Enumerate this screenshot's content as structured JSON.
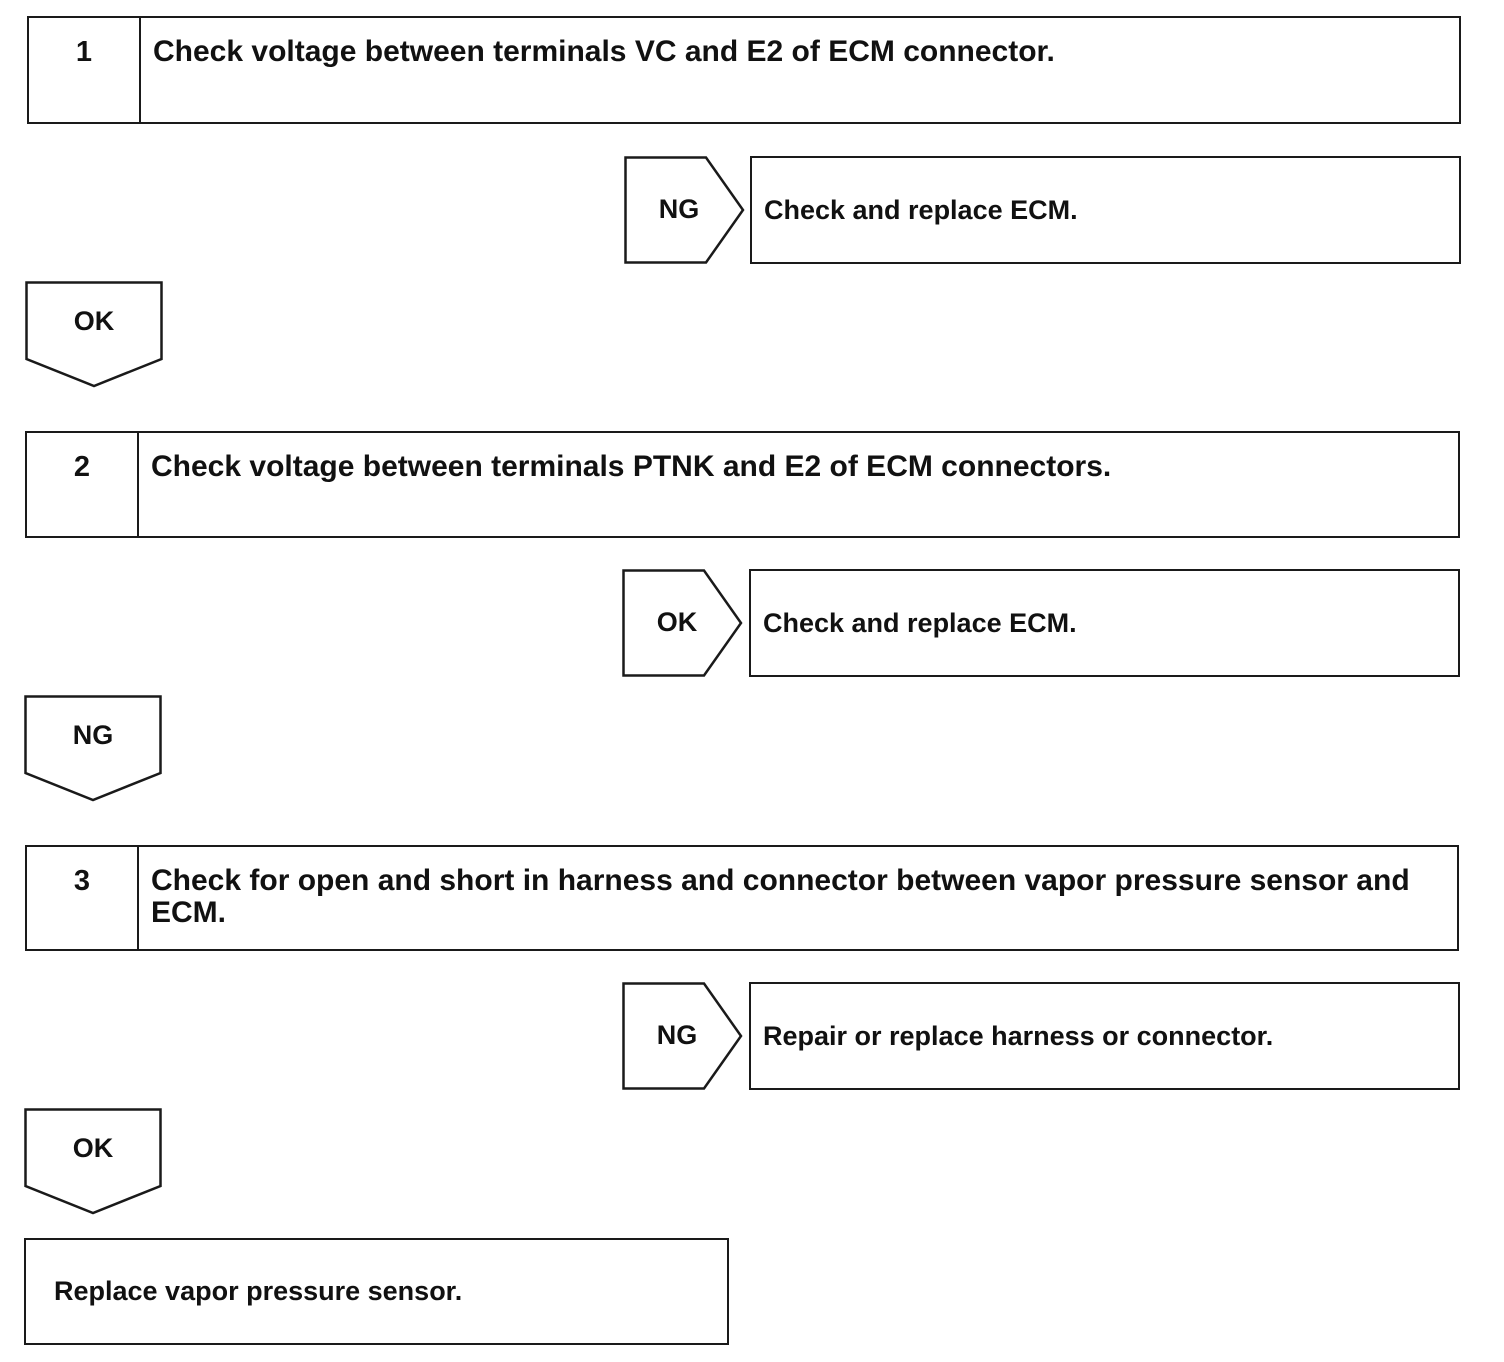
{
  "steps": [
    {
      "number": "1",
      "text": "Check voltage between terminals VC and E2 of ECM connector.",
      "branch_label": "NG",
      "branch_result": "Check and replace ECM.",
      "continue_label": "OK"
    },
    {
      "number": "2",
      "text": "Check voltage between terminals PTNK and E2 of ECM connectors.",
      "branch_label": "OK",
      "branch_result": "Check and replace ECM.",
      "continue_label": "NG"
    },
    {
      "number": "3",
      "text": "Check for open and short in harness and connector between vapor pressure sensor and ECM.",
      "branch_label": "NG",
      "branch_result": "Repair or replace harness or connector.",
      "continue_label": "OK"
    }
  ],
  "final_action": "Replace vapor pressure sensor."
}
